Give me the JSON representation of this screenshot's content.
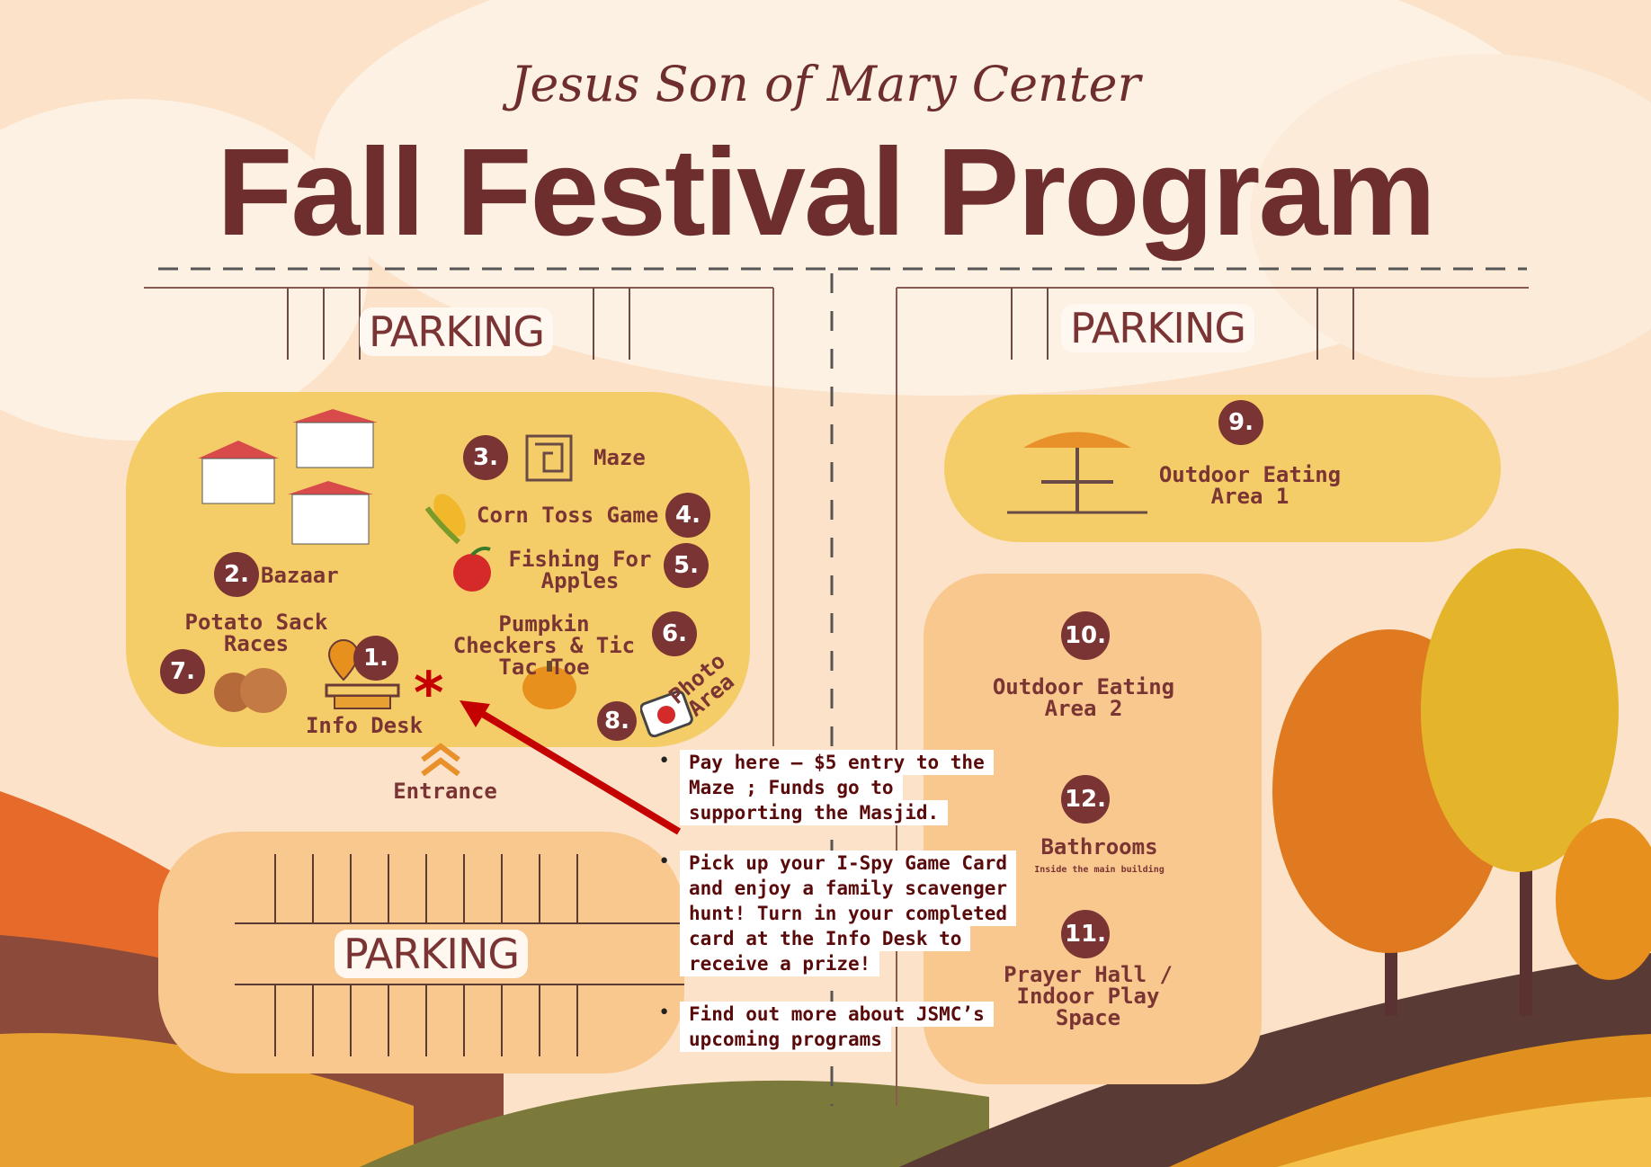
{
  "header": {
    "subtitle": "Jesus Son of Mary Center",
    "title": "Fall Festival Program"
  },
  "parking": {
    "top_left": "PARKING",
    "top_right": "PARKING",
    "bottom": "PARKING"
  },
  "stations": [
    {
      "num": "1.",
      "label": "Info Desk"
    },
    {
      "num": "2.",
      "label": "Bazaar"
    },
    {
      "num": "3.",
      "label": "Maze"
    },
    {
      "num": "4.",
      "label": "Corn Toss Game"
    },
    {
      "num": "5.",
      "label": "Fishing For Apples"
    },
    {
      "num": "6.",
      "label": "Pumpkin Checkers & Tic Tac Toe"
    },
    {
      "num": "7.",
      "label": "Potato Sack Races"
    },
    {
      "num": "8.",
      "label": "Photo Area"
    },
    {
      "num": "9.",
      "label": "Outdoor Eating Area 1"
    },
    {
      "num": "10.",
      "label": "Outdoor Eating Area 2"
    },
    {
      "num": "11.",
      "label": "Prayer Hall / Indoor Play Space"
    },
    {
      "num": "12.",
      "label": "Bathrooms",
      "note": "Inside the main building"
    }
  ],
  "entrance": "Entrance",
  "asterisk": "*",
  "info_notes": [
    "Pay here – $5 entry to the Maze ; Funds go to supporting the Masjid.",
    "Pick up your I-Spy Game Card and enjoy a family scavenger hunt! Turn in your completed card at the Info Desk to receive a prize!",
    "Find out more about JSMC’s upcoming programs"
  ],
  "colors": {
    "brown": "#7a3434",
    "yellow": "#f5cd68",
    "peach": "#f8c88e",
    "red": "#c40000"
  }
}
